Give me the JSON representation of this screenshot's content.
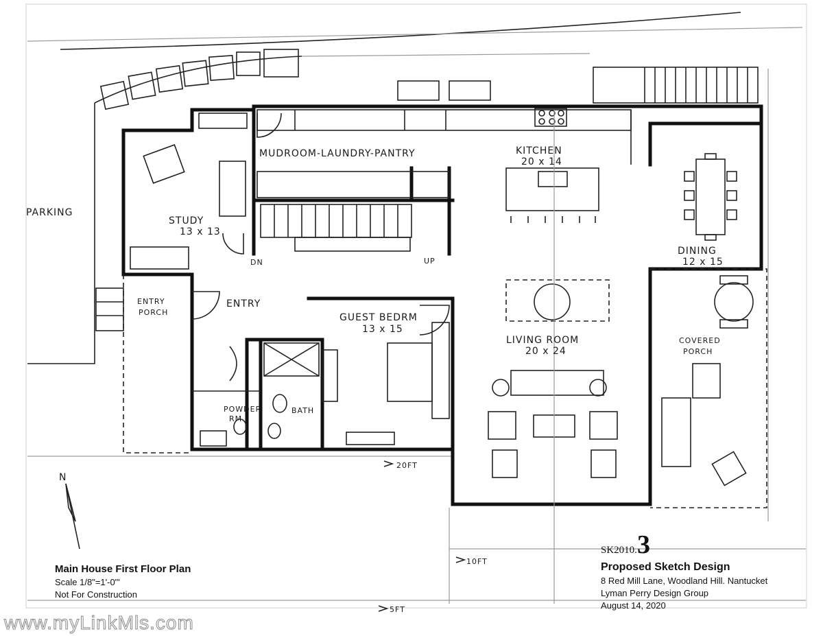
{
  "labels": {
    "parking": "PARKING",
    "mudroom": "MUDROOM-LAUNDRY-PANTRY",
    "kitchen": "KITCHEN",
    "kitchen_dim": "20 x 14",
    "study": "STUDY",
    "study_dim": "13 x 13",
    "dining": "DINING",
    "dining_dim": "12 x 15",
    "entry_porch_1": "ENTRY",
    "entry_porch_2": "PORCH",
    "entry": "ENTRY",
    "guest_bedroom": "GUEST BEDRM",
    "guest_bedroom_dim": "13 x 15",
    "living": "LIVING ROOM",
    "living_dim": "20 x 24",
    "covered_porch_1": "COVERED",
    "covered_porch_2": "PORCH",
    "powder_1": "POWDER",
    "powder_2": "RM",
    "bath": "BATH",
    "dn": "DN",
    "up": "UP",
    "dim_20ft": "20FT",
    "dim_10ft": "10FT",
    "dim_5ft": "5FT",
    "north": "N"
  },
  "title_left": {
    "title": "Main House First Floor Plan",
    "scale": "Scale 1/8\"=1'-0\"'",
    "note": "Not For Construction"
  },
  "title_right": {
    "sheet_prefix": "SK2010.",
    "sheet_number": "3",
    "title": "Proposed Sketch Design",
    "address": "8 Red Mill Lane, Woodland Hill. Nantucket",
    "firm": "Lyman Perry Design Group",
    "date": "August 14, 2020"
  },
  "watermark": "www.myLinkMls.com"
}
